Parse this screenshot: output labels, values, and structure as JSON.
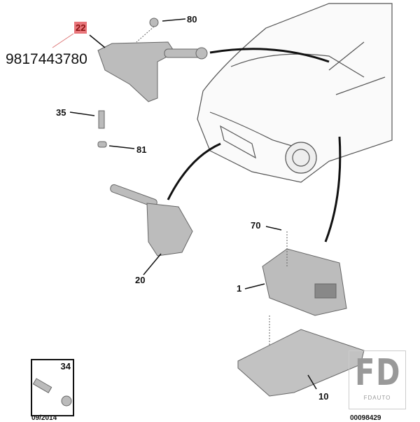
{
  "callouts": {
    "c22": "22",
    "c80": "80",
    "c35": "35",
    "c81": "81",
    "c70": "70",
    "c1": "1",
    "c20": "20",
    "c10": "10",
    "c34": "34"
  },
  "part_number": "9817443780",
  "footer": {
    "date": "09/2014",
    "diagram_id": "00098429"
  },
  "watermark": {
    "logo": "FD",
    "name": "FDAUTO"
  },
  "colors": {
    "highlight": "#e8757a",
    "part_fill": "#b8b8b8",
    "line": "#111111"
  }
}
